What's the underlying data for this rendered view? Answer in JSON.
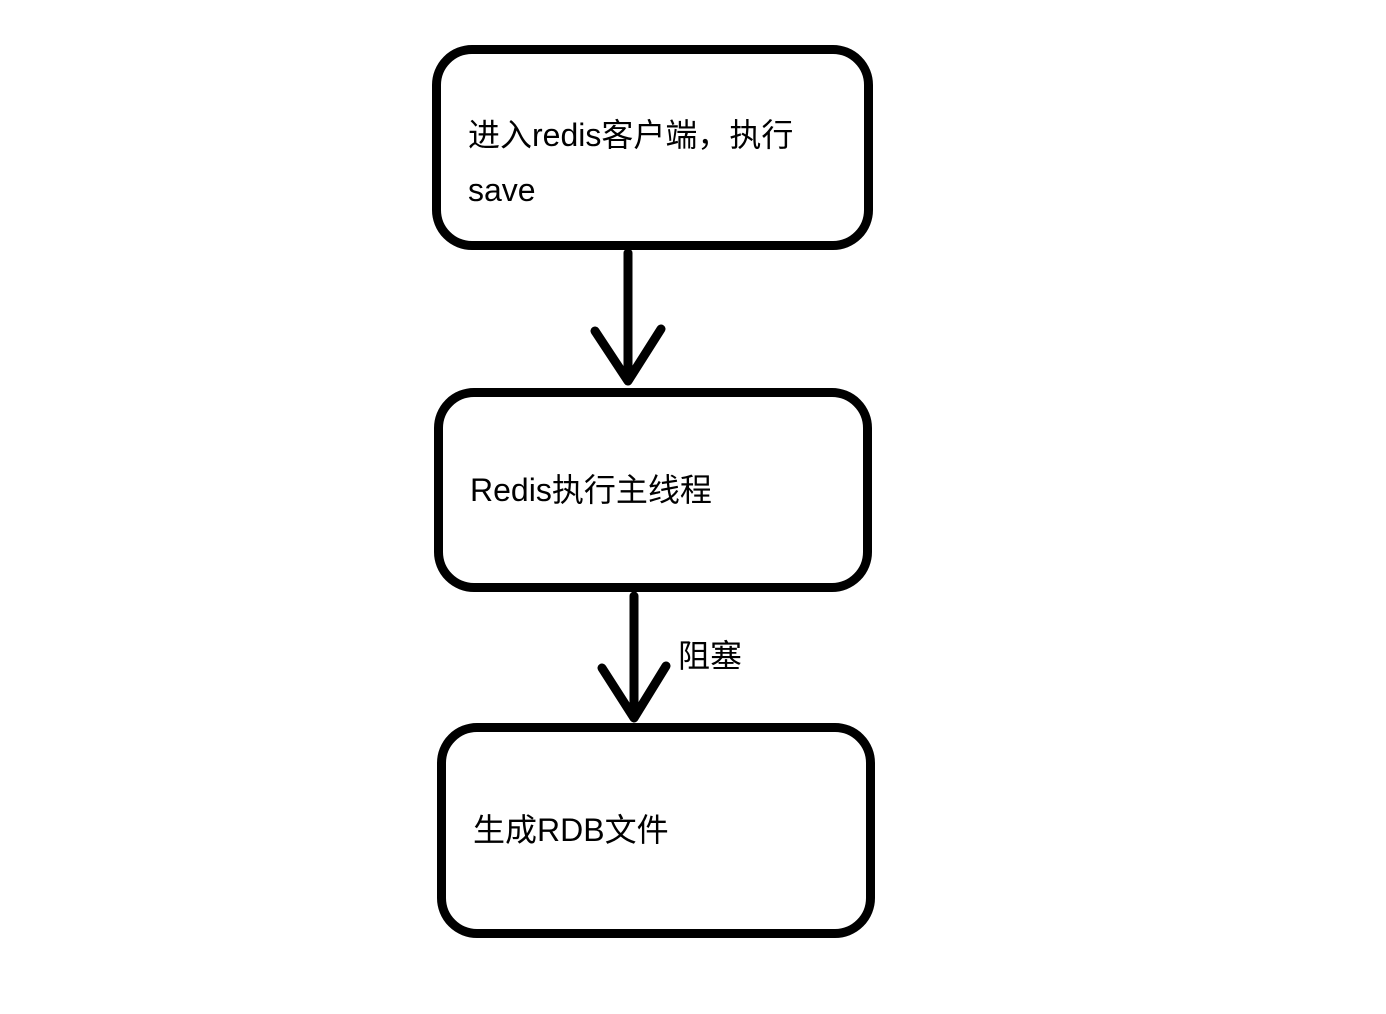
{
  "colors": {
    "background": "#ffffff",
    "line": "#000000",
    "text": "#000000"
  },
  "diagram": {
    "type": "flowchart",
    "nodes": [
      {
        "lines": [
          "进入redis客户端，执行",
          "save"
        ]
      },
      {
        "lines": [
          "Redis执行主线程"
        ]
      },
      {
        "lines": [
          "生成RDB文件"
        ]
      }
    ],
    "edges": [
      {
        "from": 0,
        "to": 1,
        "direction": "down"
      },
      {
        "from": 1,
        "to": 2,
        "direction": "down",
        "label": "阻塞"
      }
    ]
  }
}
